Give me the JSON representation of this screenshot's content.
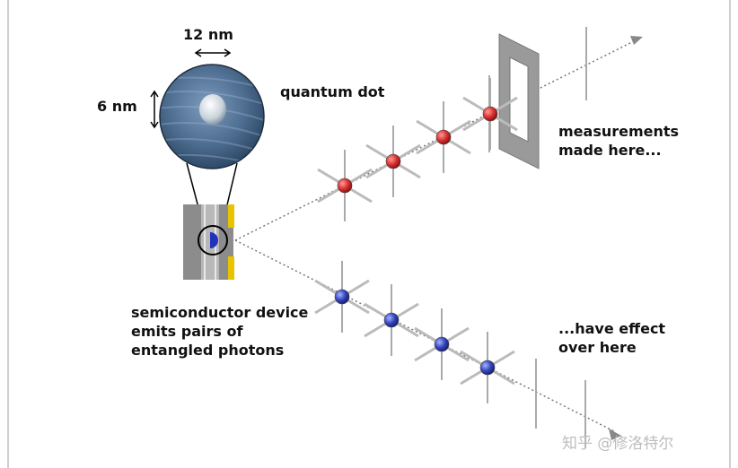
{
  "labels": {
    "width_label": "12 nm",
    "height_label": "6 nm",
    "quantum_dot": "quantum dot",
    "measurements": [
      "measurements",
      "made here..."
    ],
    "effect": [
      "...have effect",
      "over here"
    ],
    "device": [
      "semiconductor device",
      "emits pairs of",
      "entangled photons"
    ]
  },
  "watermark": "知乎 @修洛特尔",
  "colors": {
    "red_photon": "#d83030",
    "blue_photon": "#3344bb",
    "dot_background": "#4f6f92",
    "device_gold": "#e8c400",
    "device_gray": "#8c8c8c"
  }
}
